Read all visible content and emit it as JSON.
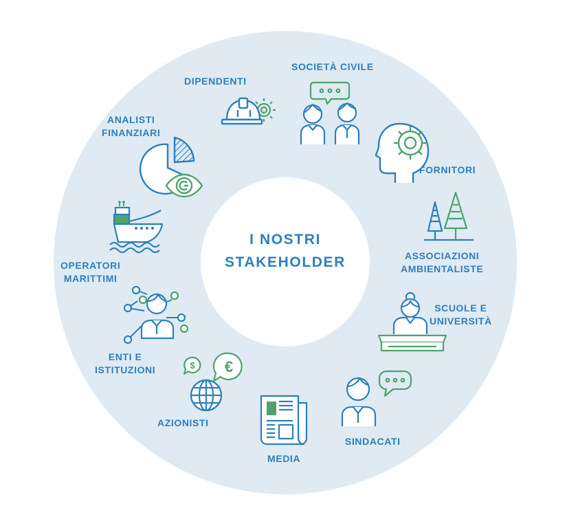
{
  "center_title": {
    "line1": "I NOSTRI",
    "line2": "STAKEHOLDER"
  },
  "stakeholders": {
    "dipendenti": {
      "label": "DIPENDENTI"
    },
    "societa_civile": {
      "label": "SOCIETÀ CIVILE"
    },
    "fornitori": {
      "label": "FORNITORI"
    },
    "associazioni": {
      "line1": "ASSOCIAZIONI",
      "line2": "AMBIENTALISTE"
    },
    "scuole": {
      "line1": "SCUOLE E",
      "line2": "UNIVERSITÀ"
    },
    "sindacati": {
      "label": "SINDACATI"
    },
    "media": {
      "label": "MEDIA"
    },
    "azionisti": {
      "label": "AZIONISTI"
    },
    "enti": {
      "line1": "ENTI E",
      "line2": "ISTITUZIONI"
    },
    "operatori": {
      "line1": "OPERATORI",
      "line2": "MARITTIMI"
    },
    "analisti": {
      "line1": "ANALISTI",
      "line2": "FINANZIARI"
    }
  },
  "colors": {
    "ring": "#dfeaf3",
    "blue": "#2d7fbd",
    "green": "#4ea36b",
    "white": "#ffffff"
  },
  "icons": [
    "hard-hat-gear-icon",
    "people-chat-icon",
    "head-gear-icon",
    "pine-trees-icon",
    "teacher-desk-icon",
    "person-speech-icon",
    "newspaper-icon",
    "globe-currency-icon",
    "network-person-icon",
    "ship-icon",
    "pie-chart-eye-icon"
  ]
}
